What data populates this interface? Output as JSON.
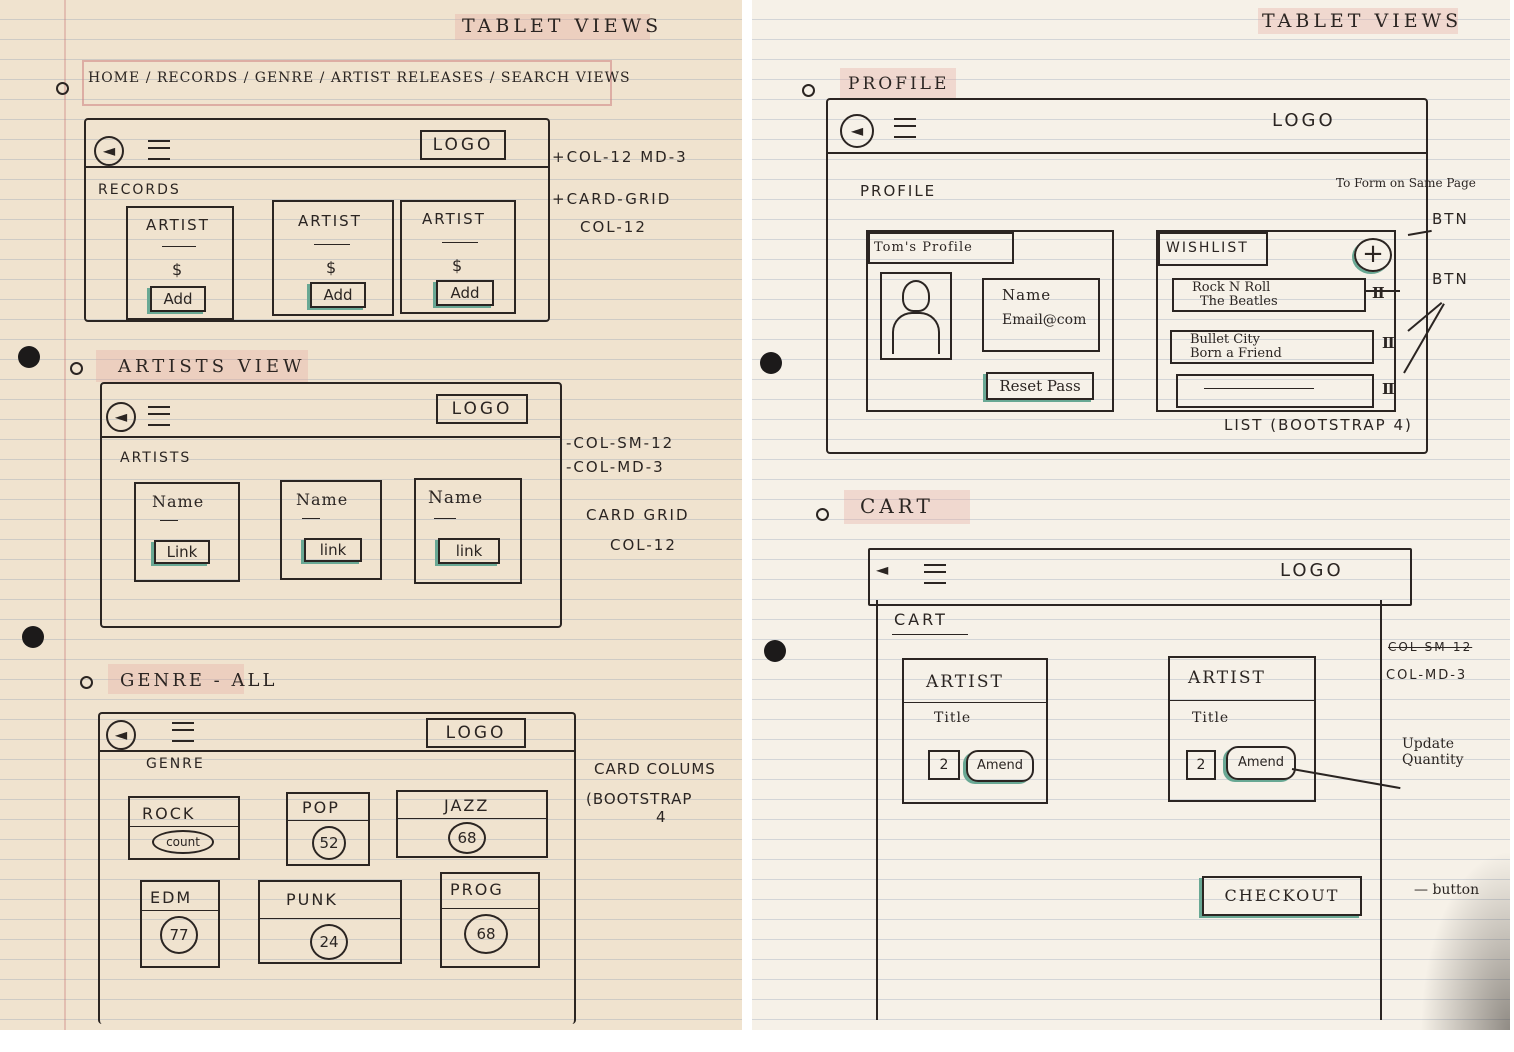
{
  "left_page": {
    "title": "TABLET VIEWS",
    "section_home": {
      "heading": "HOME / RECORDS / GENRE / ARTIST RELEASES / SEARCH VIEWS",
      "frame": {
        "logo": "LOGO",
        "page_label": "RECORDS",
        "cards": [
          {
            "title": "ARTIST",
            "price": "$",
            "button": "Add"
          },
          {
            "title": "ARTIST",
            "price": "$",
            "button": "Add"
          },
          {
            "title": "ARTIST",
            "price": "$",
            "button": "Add"
          }
        ]
      },
      "notes": [
        "+COL-12 MD-3",
        "+CARD-GRID",
        "COL-12"
      ]
    },
    "section_artists": {
      "heading": "ARTISTS VIEW",
      "frame": {
        "logo": "LOGO",
        "page_label": "ARTISTS",
        "cards": [
          {
            "title": "Name",
            "button": "Link"
          },
          {
            "title": "Name",
            "button": "link"
          },
          {
            "title": "Name",
            "button": "link"
          }
        ]
      },
      "notes": [
        "-COL-SM-12",
        "-COL-MD-3",
        "CARD GRID",
        "COL-12"
      ]
    },
    "section_genre": {
      "heading": "GENRE - ALL",
      "frame": {
        "logo": "LOGO",
        "page_label": "GENRE",
        "cards": [
          {
            "name": "ROCK",
            "count": "count"
          },
          {
            "name": "POP",
            "count": "52"
          },
          {
            "name": "JAZZ",
            "count": "68"
          },
          {
            "name": "EDM",
            "count": "77"
          },
          {
            "name": "PUNK",
            "count": "24"
          },
          {
            "name": "PROG",
            "count": "68"
          }
        ]
      },
      "notes": [
        "CARD COLUMS",
        "(BOOTSTRAP",
        "4"
      ]
    }
  },
  "right_page": {
    "title": "TABLET VIEWS",
    "section_profile": {
      "heading": "PROFILE",
      "frame": {
        "logo": "LOGO",
        "page_label": "PROFILE",
        "profile_card_title": "Tom's Profile",
        "name_field": "Name",
        "email_field": "Email@com",
        "reset_button": "Reset Pass",
        "wishlist_title": "WISHLIST",
        "add_button": "+",
        "wishlist_rows": [
          {
            "line1": "Rock N Roll",
            "line2": "The Beatles"
          },
          {
            "line1": "Bullet City",
            "line2": "Born a Friend"
          },
          {
            "line1": "",
            "line2": ""
          }
        ],
        "trash_glyph": "Ⅱ"
      },
      "notes": [
        "To Form on Same Page",
        "BTN",
        "BTN",
        "LIST (BOOTSTRAP 4)"
      ]
    },
    "section_cart": {
      "heading": "CART",
      "frame": {
        "logo": "LOGO",
        "page_label": "CART",
        "cards": [
          {
            "artist": "ARTIST",
            "title": "Title",
            "qty": "2",
            "button": "Amend"
          },
          {
            "artist": "ARTIST",
            "title": "Title",
            "qty": "2",
            "button": "Amend"
          }
        ],
        "checkout_button": "CHECKOUT"
      },
      "notes": [
        "COL-SM-12",
        "COL-MD-3",
        "Update Quantity",
        "— button"
      ]
    }
  }
}
